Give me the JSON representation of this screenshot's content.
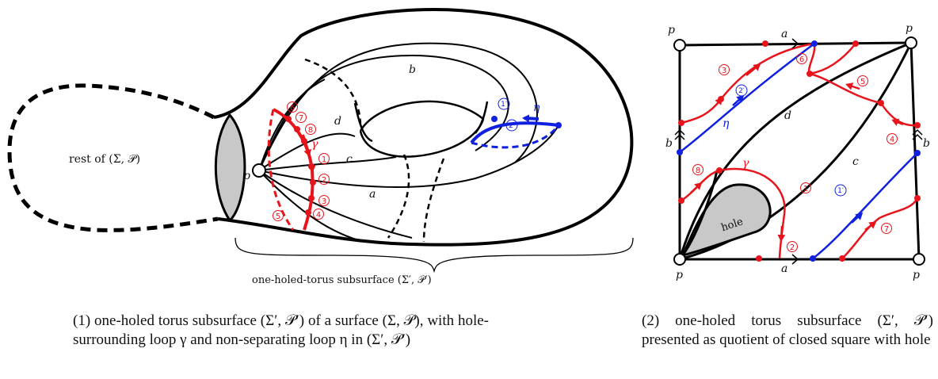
{
  "figure1": {
    "rest_label": "rest of (Σ, 𝒫)",
    "brace_label": "one-holed-torus subsurface (Σ′, 𝒫′)",
    "p_label": "p",
    "curve_labels": {
      "a": "a",
      "b": "b",
      "c": "c",
      "d": "d",
      "gamma": "γ",
      "eta": "η"
    },
    "red_markers": [
      "1",
      "2",
      "3",
      "4",
      "5",
      "6",
      "7",
      "8"
    ],
    "blue_markers": [
      "1′",
      "2′"
    ],
    "caption": "(1) one-holed torus subsurface (Σ′, 𝒫′) of a surface (Σ, 𝒫), with hole-surrounding loop γ and non-separating loop η in (Σ′, 𝒫′)"
  },
  "figure2": {
    "corner_labels": [
      "p",
      "p",
      "p",
      "p"
    ],
    "edge_labels": {
      "a_top": "a",
      "a_bottom": "a",
      "b_left": "b",
      "b_right": "b"
    },
    "curve_labels": {
      "c": "c",
      "d": "d",
      "gamma": "γ",
      "eta": "η"
    },
    "hole_label": "hole",
    "red_markers": [
      "1",
      "2",
      "3",
      "4",
      "5",
      "6",
      "7",
      "8"
    ],
    "blue_markers": [
      "1′",
      "2′"
    ],
    "caption": "(2) one-holed torus subsurface (Σ′, 𝒫′) presented as quotient of closed square with hole"
  },
  "colors": {
    "red": "#e8141b",
    "blue": "#1020e0",
    "hole_fill": "#c8c8c8",
    "stroke": "#000000"
  }
}
